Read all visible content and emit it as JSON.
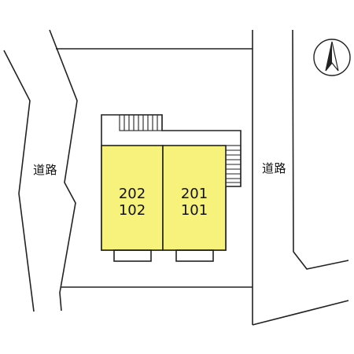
{
  "roads": {
    "west": {
      "label": "道路"
    },
    "east": {
      "label": "道路"
    }
  },
  "building": {
    "units": [
      {
        "upper": "202",
        "lower": "102"
      },
      {
        "upper": "201",
        "lower": "101"
      }
    ]
  },
  "compass": {
    "icon": "north-arrow-icon"
  }
}
